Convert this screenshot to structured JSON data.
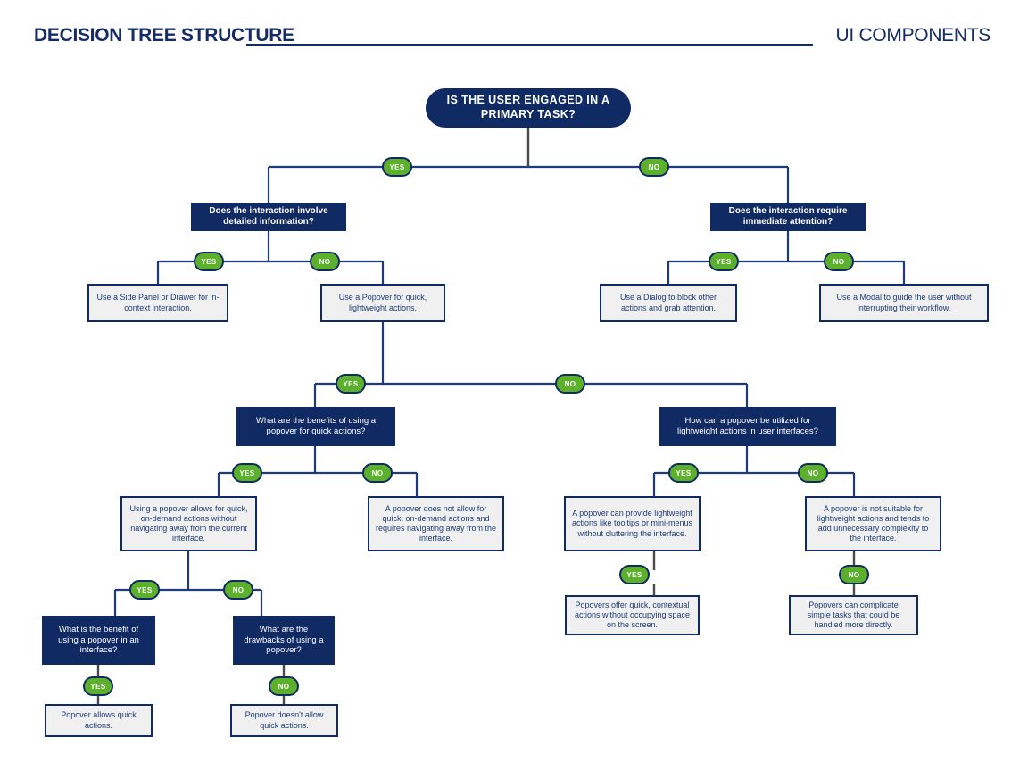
{
  "header": {
    "title": "DECISION TREE STRUCTURE",
    "subtitle": "UI COMPONENTS",
    "rule_color": "#152c64"
  },
  "theme": {
    "navy": "#102a63",
    "green": "#5cb02c",
    "leaf_fill": "#f0f0f0",
    "leaf_text": "#1d3b78",
    "wire": "#1d3b78",
    "stem": "#4a4a4a",
    "background": "#ffffff"
  },
  "labels": {
    "yes": "YES",
    "no": "NO"
  },
  "nodes": {
    "root": "IS THE USER ENGAGED IN A PRIMARY TASK?",
    "q_detailed": "Does the interaction involve detailed information?",
    "q_immediate": "Does the interaction require immediate attention?",
    "leaf_side_panel": "Use a Side Panel or Drawer  for in-context interaction.",
    "leaf_popover": "Use a Popover for quick, lightweight actions.",
    "leaf_dialog": "Use a Dialog to block other actions and grab attention.",
    "leaf_modal": "Use a Modal to guide the user  without interrupting their workflow.",
    "q_benefits": "What are the benefits of using a popover for quick actions?",
    "q_howcan": "How can a popover be utilized for lightweight actions in user interfaces?",
    "leaf_allows": "Using a popover allows for quick, on-demand actions without navigating away from the current interface.",
    "leaf_notallow": "A popover does not allow for quick; on-demand actions and requires navigating away from the interface.",
    "leaf_canprovide": "A popover can provide lightweight actions like tooltips or mini-menus without cluttering the interface.",
    "leaf_notsuitable": "A popover is not suitable for lightweight actions and tends to add unnecessary complexity to the interface.",
    "leaf_offer_quick": "Popovers offer quick, contextual actions without occupying space on the screen.",
    "leaf_complicate": "Popovers can complicate simple tasks that could be handled more directly.",
    "q_benefit_of": "What is the benefit of using a popover in an interface?",
    "q_drawbacks": "What are the drawbacks of using a popover?",
    "leaf_allows_quick": "Popover allows quick actions.",
    "leaf_doesnt_allow": "Popover doesn't allow quick actions."
  }
}
